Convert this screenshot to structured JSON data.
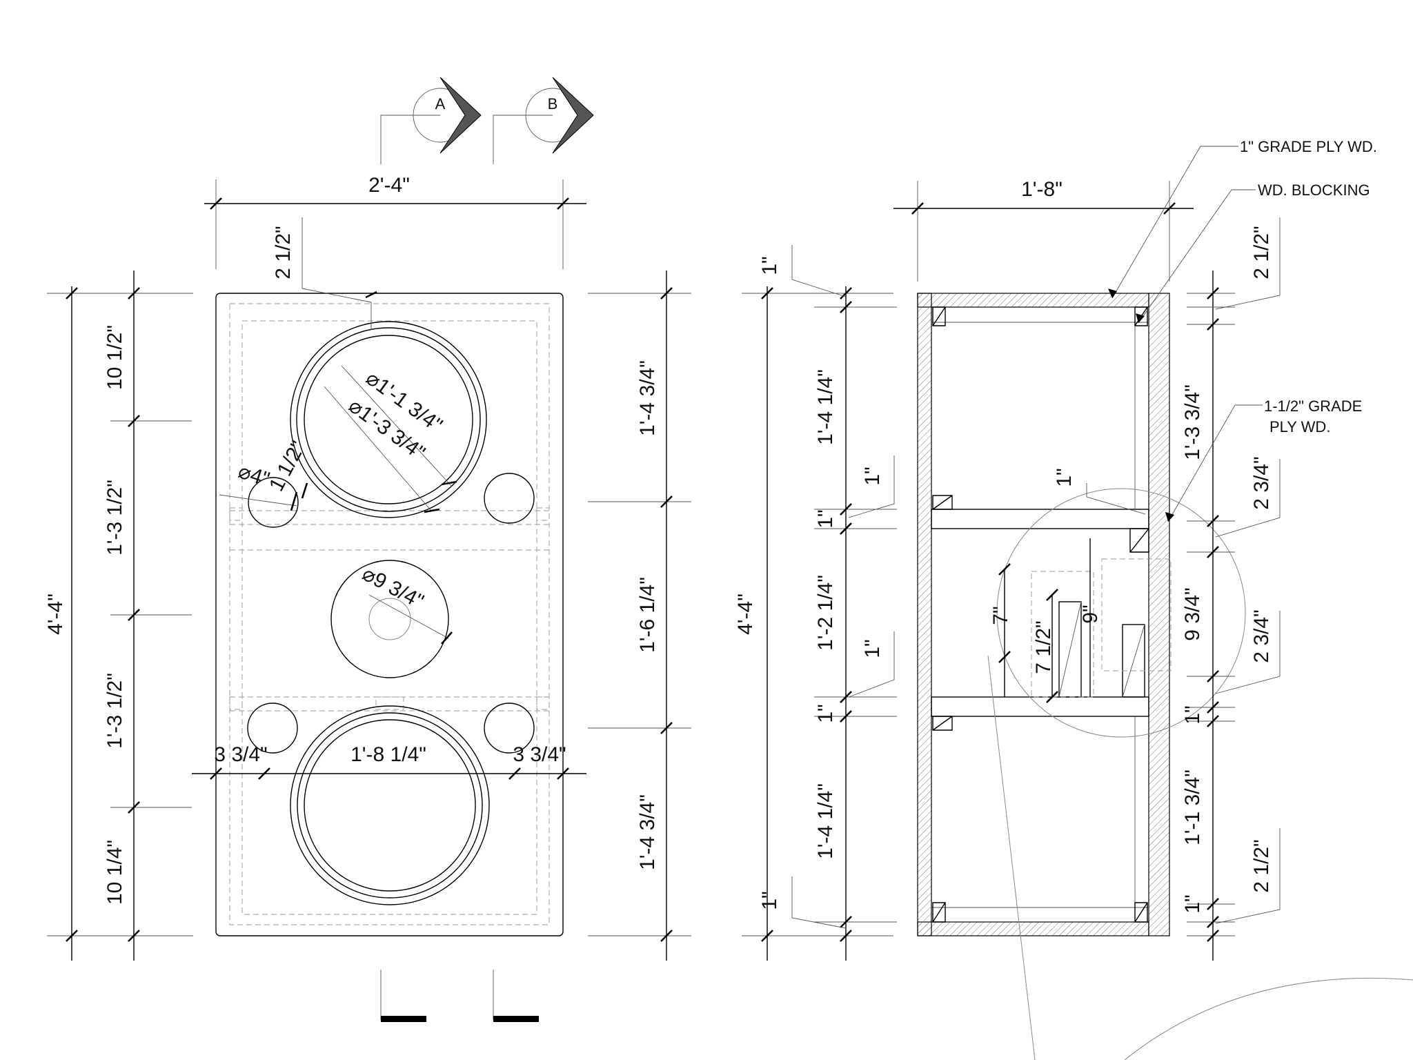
{
  "section_markers": {
    "a": "A",
    "b": "B"
  },
  "front_view": {
    "overall_width": "2'-4\"",
    "overall_height": "4'-4\"",
    "top_offset": "2 1/2\"",
    "left_dims": [
      "10 1/2\"",
      "1'-3 1/2\"",
      "1'-3 1/2\"",
      "10 1/4\""
    ],
    "right_dims": [
      "1'-4 3/4\"",
      "1'-6 1/4\"",
      "1'-4 3/4\""
    ],
    "port_dia": "⌀4\"",
    "port_gap": "1 1/2\"",
    "driver_inner_dia": "⌀1'-1 3/4\"",
    "driver_outer_dia": "⌀1'-3 3/4\"",
    "mid_dia": "⌀9 3/4\"",
    "bottom_width": "1'-8 1/4\"",
    "left_port_offset": "3 3/4\"",
    "right_port_offset": "3 3/4\""
  },
  "side_section": {
    "overall_width": "1'-8\"",
    "overall_height": "4'-4\"",
    "left_dims": [
      "1\"",
      "1'-4 1/4\"",
      "1\"",
      "1\"",
      "1'-2 1/4\"",
      "1\"",
      "1\"",
      "1'-4 1/4\"",
      "1\""
    ],
    "right_dims": [
      "2 1/2\"",
      "1'-3 3/4\"",
      "2 3/4\"",
      "9 3/4\"",
      "2 3/4\"",
      "1\"",
      "1'-1 3/4\"",
      "1\"",
      "2 1/2\""
    ],
    "inner_dims": [
      "1\"",
      "7\"",
      "7 1/2\"",
      "9\""
    ]
  },
  "notes": {
    "ply_1": "1\" GRADE PLY WD.",
    "blocking": "WD. BLOCKING",
    "ply_15_line1": "1-1/2\" GRADE",
    "ply_15_line2": "PLY WD."
  }
}
